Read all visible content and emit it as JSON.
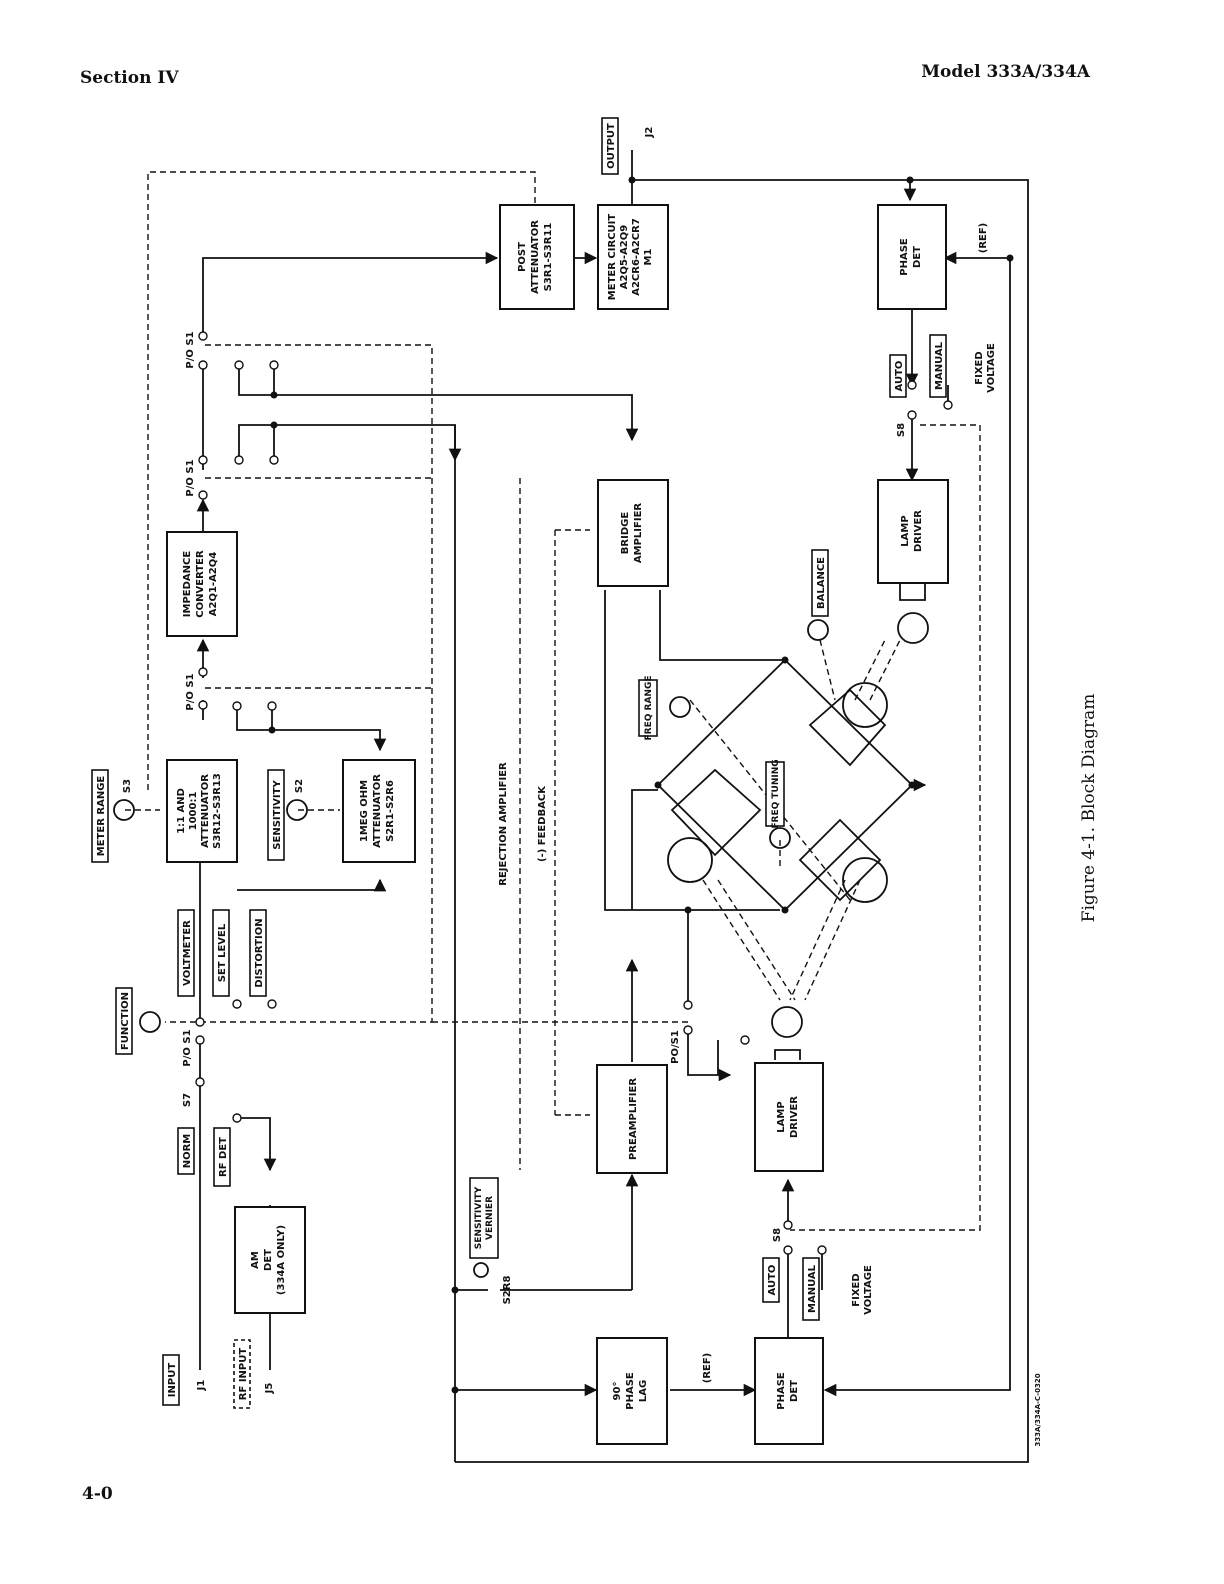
{
  "header": {
    "left": "Section IV",
    "right": "Model 333A/334A"
  },
  "footer": {
    "page_number": "4-0"
  },
  "figure": {
    "caption": "Figure 4-1. Block Diagram",
    "drawing_code": "333A/334A-C-0320",
    "blocks": {
      "am_det": [
        "AM",
        "DET",
        "(334A ONLY)"
      ],
      "attenuator_1000": [
        "1:1 AND",
        "1000:1",
        "ATTENUATOR",
        "S3R12-S3R13"
      ],
      "meg_ohm_attenuator": [
        "1MEG OHM",
        "ATTENUATOR",
        "S2R1-S2R6"
      ],
      "impedance_converter": [
        "IMPEDANCE",
        "CONVERTER",
        "A2Q1-A2Q4"
      ],
      "post_attenuator": [
        "POST",
        "ATTENUATOR",
        "S3R1-S3R11"
      ],
      "meter_circuit": [
        "METER CIRCUIT",
        "A2Q5-A2Q9",
        "A2CR6-A2CR7",
        "M1"
      ],
      "bridge_amplifier": [
        "BRIDGE",
        "AMPLIFIER"
      ],
      "preamplifier": [
        "PREAMPLIFIER"
      ],
      "lamp_driver_top": [
        "LAMP",
        "DRIVER"
      ],
      "lamp_driver_bottom": [
        "LAMP",
        "DRIVER"
      ],
      "phase_det_top": [
        "PHASE",
        "DET"
      ],
      "phase_det_bottom": [
        "PHASE",
        "DET"
      ],
      "phase_lag": [
        "90°",
        "PHASE",
        "LAG"
      ]
    },
    "panel_labels": {
      "input": "INPUT",
      "rf_input": "RF INPUT",
      "meter_range": "METER RANGE",
      "function": "FUNCTION",
      "sensitivity": "SENSITIVITY",
      "voltmeter": "VOLTMETER",
      "set_level": "SET LEVEL",
      "distortion": "DISTORTION",
      "norm": "NORM",
      "rf_det": "RF DET",
      "output": "OUTPUT",
      "freq_range": "FREQ RANGE",
      "freq_tuning": "FREQ TUNING",
      "balance": "BALANCE",
      "auto_top": "AUTO",
      "manual_top": "MANUAL",
      "auto_bottom": "AUTO",
      "manual_bottom": "MANUAL",
      "sensitivity_vernier": [
        "SENSITIVITY",
        "VERNIER"
      ]
    },
    "text_labels": {
      "j1": "J1",
      "j5": "J5",
      "j2": "J2",
      "s3": "S3",
      "s2": "S2",
      "s7": "S7",
      "po_s1": "P/O S1",
      "po_s1_alt": "PO/S1",
      "s8": "S8",
      "s2r8": "S2R8",
      "rejection_amplifier": "REJECTION AMPLIFIER",
      "feedback": "(-) FEEDBACK",
      "ref": "(REF)",
      "fixed_voltage": [
        "FIXED",
        "VOLTAGE"
      ]
    }
  }
}
